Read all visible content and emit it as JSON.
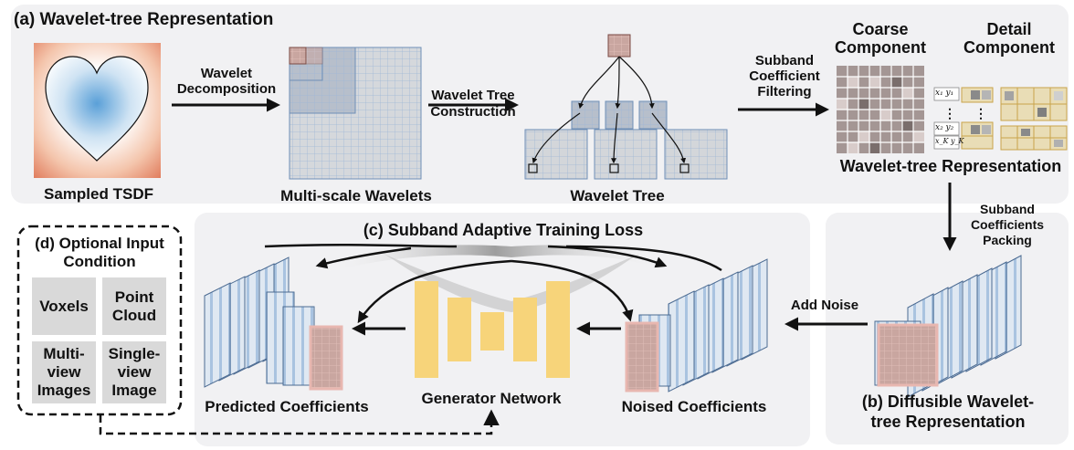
{
  "panel_a": {
    "title": "(a) Wavelet-tree Representation",
    "sampled_tsdf": "Sampled TSDF",
    "wavelet_decomposition_l1": "Wavelet",
    "wavelet_decomposition_l2": "Decomposition",
    "multiscale_wavelets": "Multi-scale Wavelets",
    "tree_construction_l1": "Wavelet Tree",
    "tree_construction_l2": "Construction",
    "wavelet_tree": "Wavelet Tree",
    "filtering_l1": "Subband",
    "filtering_l2": "Coefficient",
    "filtering_l3": "Filtering",
    "coarse_l1": "Coarse",
    "coarse_l2": "Component",
    "detail_l1": "Detail",
    "detail_l2": "Component",
    "wt_representation": "Wavelet-tree Representation",
    "coeff_labels": [
      "x₁ y₁",
      "x₂ y₂",
      "x_K y_K"
    ],
    "dots": "⋮"
  },
  "packing": {
    "l1": "Subband",
    "l2": "Coefficients",
    "l3": "Packing"
  },
  "panel_b": {
    "title_l1": "(b) Diffusible Wavelet-",
    "title_l2": "tree Representation",
    "add_noise": "Add Noise"
  },
  "panel_c": {
    "title": "(c) Subband Adaptive Training Loss",
    "predicted": "Predicted Coefficients",
    "generator": "Generator Network",
    "noised": "Noised Coefficients"
  },
  "panel_d": {
    "title_l1": "(d) Optional Input",
    "title_l2": "Condition",
    "voxels": "Voxels",
    "point_l1": "Point",
    "point_l2": "Cloud",
    "multi_l1": "Multi-",
    "multi_l2": "view",
    "multi_l3": "Images",
    "single_l1": "Single-",
    "single_l2": "view",
    "single_l3": "Image"
  },
  "colors": {
    "panel_bg": "#f1f1f3",
    "generator": "#f7d47a",
    "coarse": "#a49694",
    "detail": "#e9ddb6",
    "tsdf_outer": "#e07a5a",
    "tsdf_inner": "#5aa0d8",
    "layer_blue": "#a9c3e0",
    "layer_pink": "#e8b7b0"
  }
}
